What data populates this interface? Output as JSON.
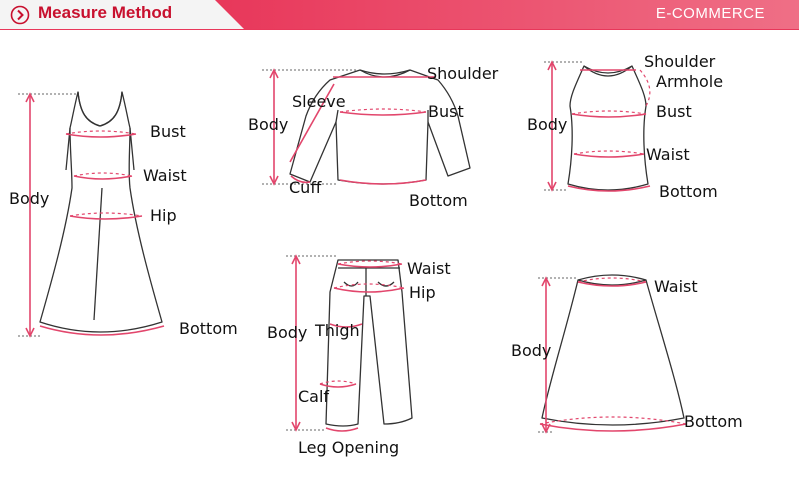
{
  "header": {
    "title": "Measure Method",
    "brand": "E-COMMERCE",
    "accent_color": "#c8102e",
    "band_color": "#e8375a",
    "icon": "chevron-right-circle-icon"
  },
  "garments": {
    "dress": {
      "labels": [
        "Bust",
        "Waist",
        "Hip",
        "Body",
        "Bottom"
      ]
    },
    "shirt": {
      "labels": [
        "Shoulder",
        "Sleeve",
        "Bust",
        "Body",
        "Cuff",
        "Bottom"
      ]
    },
    "vest": {
      "labels": [
        "Shoulder",
        "Armhole",
        "Bust",
        "Body",
        "Waist",
        "Bottom"
      ]
    },
    "pants": {
      "labels": [
        "Waist",
        "Hip",
        "Body",
        "Thigh",
        "Calf",
        "Leg Opening"
      ]
    },
    "skirt": {
      "labels": [
        "Waist",
        "Body",
        "Bottom"
      ]
    }
  },
  "colors": {
    "measure_line": "#e2466c",
    "outline": "#333333"
  }
}
